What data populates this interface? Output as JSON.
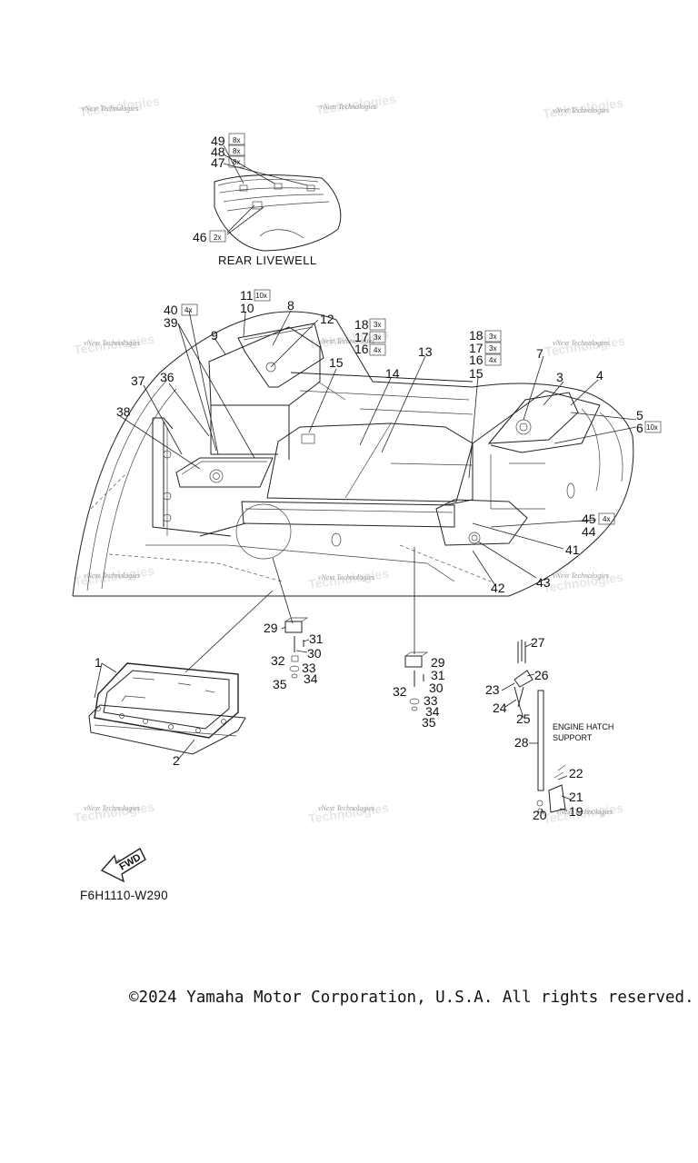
{
  "watermark": "vNext Technologies",
  "inset": {
    "caption": "REAR LIVEWELL",
    "callouts": [
      {
        "num": "49",
        "qty": "8x"
      },
      {
        "num": "48",
        "qty": "8x"
      },
      {
        "num": "47",
        "qty": "8x"
      },
      {
        "num": "46",
        "qty": "2x"
      }
    ]
  },
  "main": {
    "callouts": [
      {
        "num": "11",
        "qty": "10x"
      },
      {
        "num": "10",
        "qty": ""
      },
      {
        "num": "8",
        "qty": ""
      },
      {
        "num": "12",
        "qty": ""
      },
      {
        "num": "40",
        "qty": "4x"
      },
      {
        "num": "39",
        "qty": ""
      },
      {
        "num": "9",
        "qty": ""
      },
      {
        "num": "37",
        "qty": ""
      },
      {
        "num": "36",
        "qty": ""
      },
      {
        "num": "38",
        "qty": ""
      },
      {
        "num": "18",
        "qty": "3x"
      },
      {
        "num": "17",
        "qty": "3x"
      },
      {
        "num": "16",
        "qty": "4x"
      },
      {
        "num": "15",
        "qty": ""
      },
      {
        "num": "14",
        "qty": ""
      },
      {
        "num": "13",
        "qty": ""
      },
      {
        "num": "18",
        "qty": "3x"
      },
      {
        "num": "17",
        "qty": "3x"
      },
      {
        "num": "16",
        "qty": "4x"
      },
      {
        "num": "15",
        "qty": ""
      },
      {
        "num": "7",
        "qty": ""
      },
      {
        "num": "3",
        "qty": ""
      },
      {
        "num": "4",
        "qty": ""
      },
      {
        "num": "5",
        "qty": ""
      },
      {
        "num": "6",
        "qty": "10x"
      },
      {
        "num": "45",
        "qty": "4x"
      },
      {
        "num": "44",
        "qty": ""
      },
      {
        "num": "41",
        "qty": ""
      },
      {
        "num": "43",
        "qty": ""
      },
      {
        "num": "42",
        "qty": ""
      }
    ]
  },
  "lower": {
    "callouts": [
      {
        "num": "29"
      },
      {
        "num": "31"
      },
      {
        "num": "30"
      },
      {
        "num": "32"
      },
      {
        "num": "33"
      },
      {
        "num": "34"
      },
      {
        "num": "35"
      },
      {
        "num": "29"
      },
      {
        "num": "31"
      },
      {
        "num": "30"
      },
      {
        "num": "32"
      },
      {
        "num": "33"
      },
      {
        "num": "34"
      },
      {
        "num": "35"
      },
      {
        "num": "1"
      },
      {
        "num": "2"
      },
      {
        "num": "27"
      },
      {
        "num": "26"
      },
      {
        "num": "23"
      },
      {
        "num": "24"
      },
      {
        "num": "25"
      },
      {
        "num": "28"
      },
      {
        "num": "22"
      },
      {
        "num": "21"
      },
      {
        "num": "19"
      },
      {
        "num": "20"
      }
    ],
    "engine_hatch_support": [
      "ENGINE HATCH",
      "SUPPORT"
    ],
    "fwd": "FWD"
  },
  "figure_code": "F6H1110-W290",
  "copyright": "©2024 Yamaha Motor Corporation, U.S.A. All rights reserved."
}
